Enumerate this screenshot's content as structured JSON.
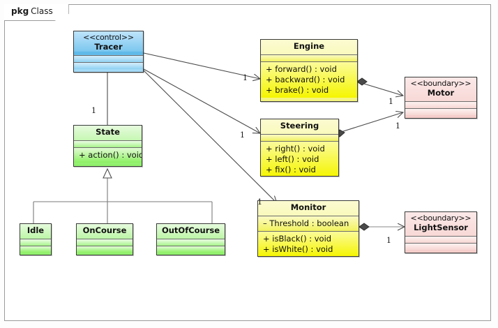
{
  "frame": {
    "keyword": "pkg",
    "name": "Class"
  },
  "classes": [
    {
      "id": "tracer",
      "stereotype": "<<control>>",
      "name": "Tracer",
      "attributes": [],
      "operations": []
    },
    {
      "id": "engine",
      "stereotype": "",
      "name": "Engine",
      "attributes": [],
      "operations": [
        "+ forward() : void",
        "+ backward() : void",
        "+ brake() : void"
      ]
    },
    {
      "id": "steering",
      "stereotype": "",
      "name": "Steering",
      "attributes": [],
      "operations": [
        "+ right() : void",
        "+ left() : void",
        "+ fix() : void"
      ]
    },
    {
      "id": "monitor",
      "stereotype": "",
      "name": "Monitor",
      "attributes": [
        "– Threshold : boolean"
      ],
      "operations": [
        "+ isBlack() : void",
        "+ isWhite() : void"
      ]
    },
    {
      "id": "state",
      "stereotype": "",
      "name": "State",
      "attributes": [],
      "operations": [
        "+ action() : void"
      ]
    },
    {
      "id": "idle",
      "stereotype": "",
      "name": "Idle",
      "attributes": [],
      "operations": []
    },
    {
      "id": "oncourse",
      "stereotype": "",
      "name": "OnCourse",
      "attributes": [],
      "operations": []
    },
    {
      "id": "outofcourse",
      "stereotype": "",
      "name": "OutOfCourse",
      "attributes": [],
      "operations": []
    },
    {
      "id": "motor",
      "stereotype": "<<boundary>>",
      "name": "Motor",
      "attributes": [],
      "operations": []
    },
    {
      "id": "lightsensor",
      "stereotype": "<<boundary>>",
      "name": "LightSensor",
      "attributes": [],
      "operations": []
    }
  ],
  "multiplicities": {
    "tracer_state": "1",
    "tracer_engine": "1",
    "tracer_steering": "1",
    "tracer_monitor": "1",
    "engine_motor": "1",
    "steering_motor": "1",
    "monitor_lightsensor": "1"
  },
  "colors": {
    "control": "#7ec8ef",
    "entity": "#f5f500",
    "state": "#8ef06a",
    "boundary": "#f5cdca",
    "line": "#4a4a4a",
    "frame_border": "#9a9a9a"
  }
}
